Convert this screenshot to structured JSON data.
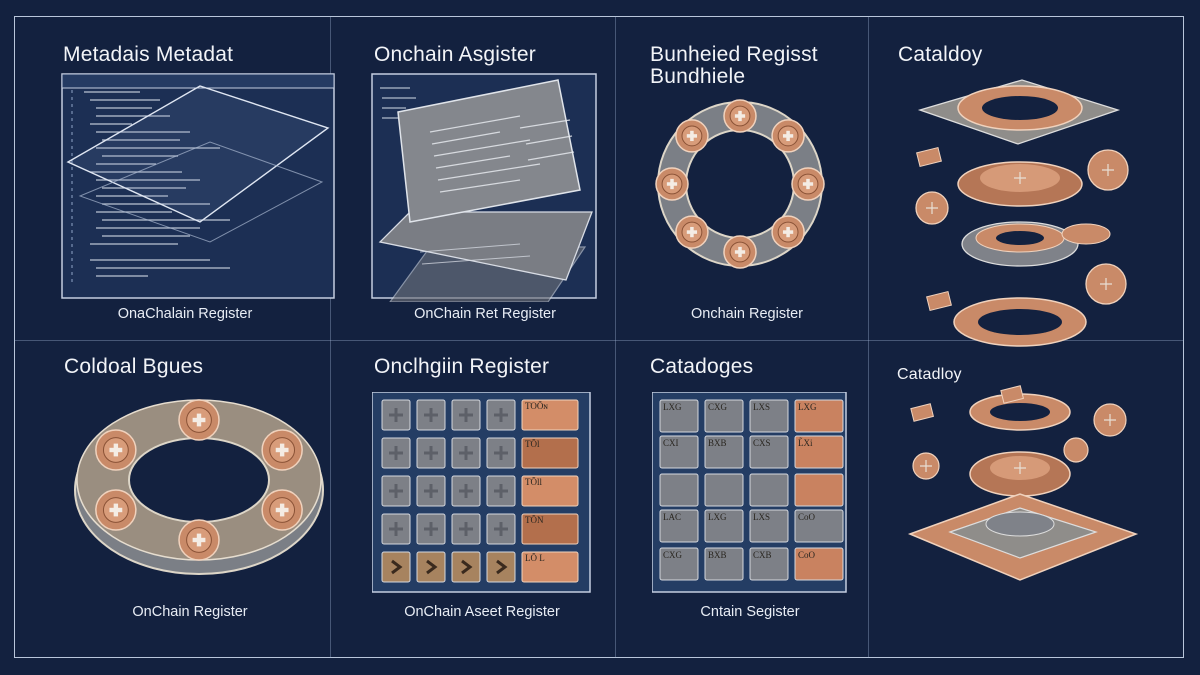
{
  "panels": [
    {
      "title": "Metadais Metadat",
      "caption": "OnaChalain Register"
    },
    {
      "title": "Onchain Asgister",
      "caption": "OnChain Ret Register"
    },
    {
      "title": "Bunheied Regisst",
      "subtitle": "Bundhiele",
      "caption": "Onchain Register"
    },
    {
      "title": "Cataldoy"
    },
    {
      "title": "Coldoal Bgues",
      "caption": "OnChain Register"
    },
    {
      "title": "Onclhgiin Register",
      "caption": "OnChain Aseet Register"
    },
    {
      "title": "Catadoges",
      "caption": "Cntain Segister"
    },
    {
      "title": "Catadloy"
    }
  ],
  "grid_panel_6": {
    "row_labels": [
      "TOÕɴ",
      "TÕl",
      "TÕll",
      "TÕN",
      "LÕ L"
    ]
  },
  "grid_panel_7": {
    "cell_labels": [
      "LXG",
      "CXG",
      "LXS",
      "LXG",
      "CXI",
      "BXB",
      "CXS",
      "L̃Xi",
      "LAC",
      "LXG",
      "LXS",
      "CoO",
      "CXG",
      "BXB",
      "CXB",
      "CoO"
    ]
  },
  "colors": {
    "background": "#13213f",
    "copper": "#c98a68",
    "copper_dark": "#8a5236",
    "panel_gray": "#7d8087",
    "screen_blue": "#1f3358"
  }
}
